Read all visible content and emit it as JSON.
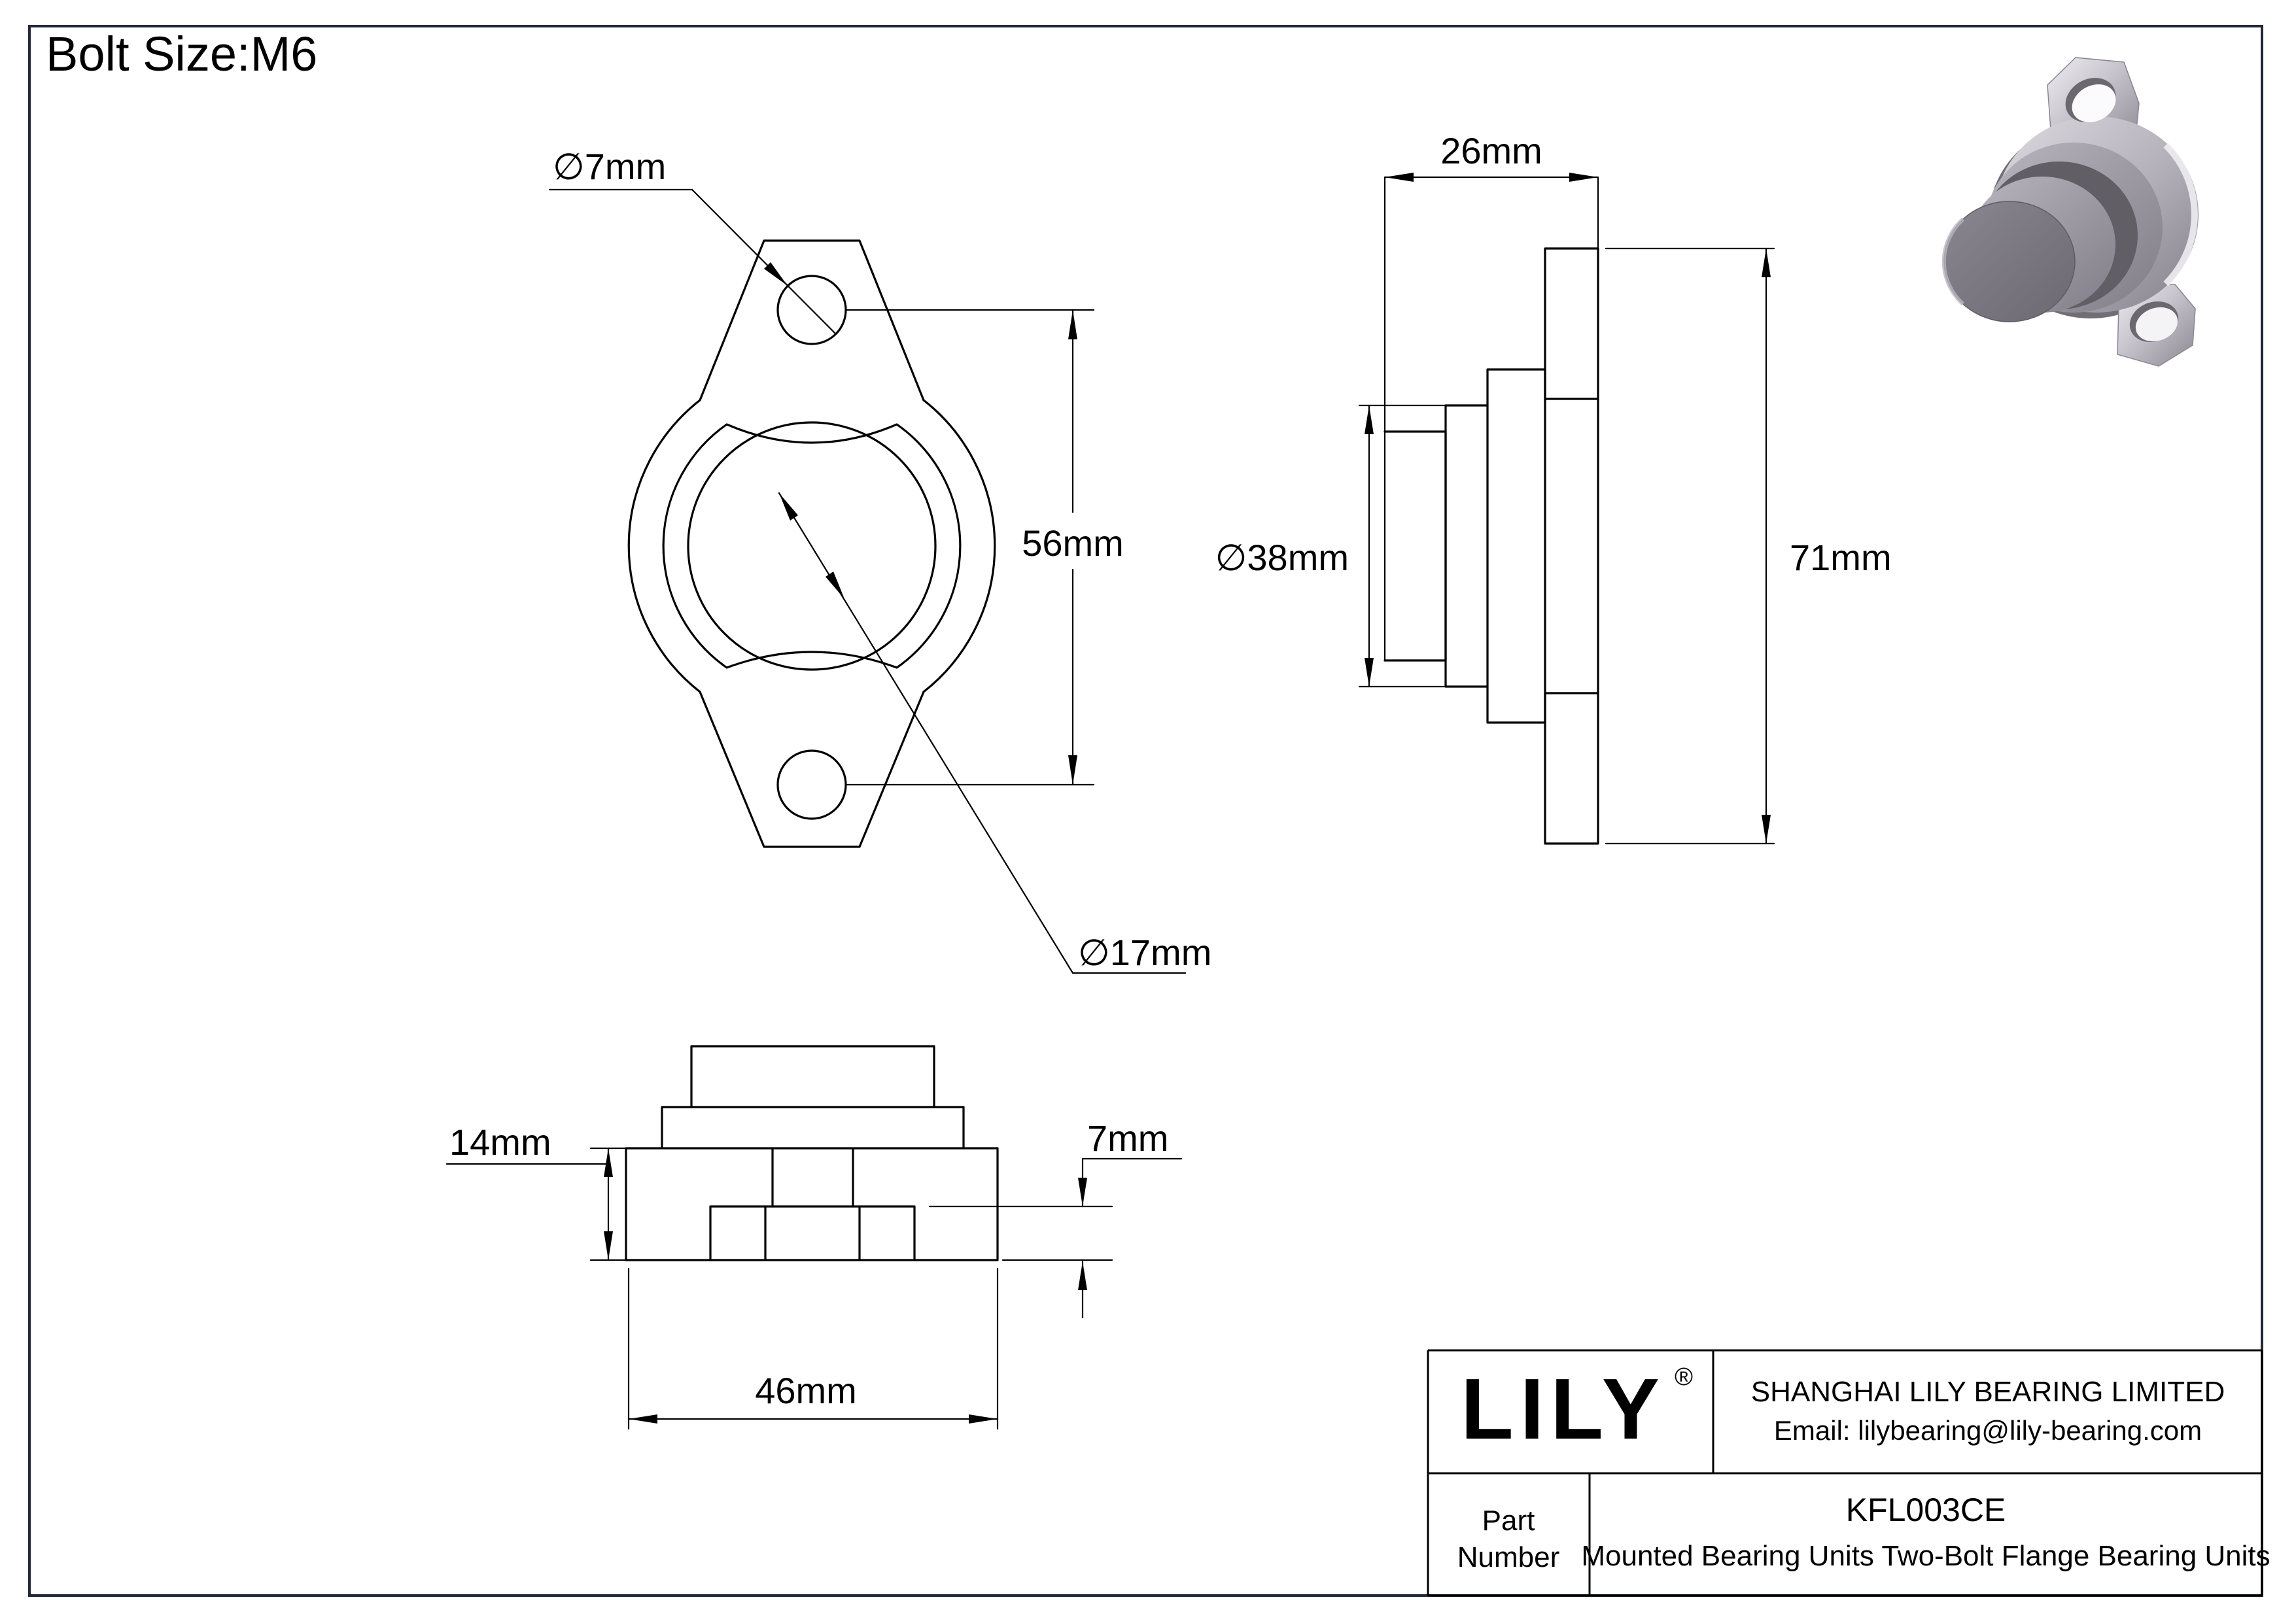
{
  "drawing": {
    "bolt_size": "Bolt Size:M6",
    "front_view": {
      "dia_bolt_hole": "∅7mm",
      "hole_spacing": "56mm",
      "dia_bore": "∅17mm"
    },
    "side_view": {
      "width": "26mm",
      "dia_insert": "∅38mm",
      "height": "71mm"
    },
    "bottom_view": {
      "thickness": "14mm",
      "slot_depth": "7mm",
      "width": "46mm"
    },
    "title_block": {
      "logo": "LILY",
      "registered": "®",
      "company": "SHANGHAI LILY BEARING LIMITED",
      "email": "Email: lilybearing@lily-bearing.com",
      "part_label_1": "Part",
      "part_label_2": "Number",
      "part_number": "KFL003CE",
      "description": "Mounted Bearing Units Two-Bolt Flange Bearing Units"
    },
    "colors": {
      "line": "#000000",
      "frame": "#232838",
      "metal_light": "#e9e7ec",
      "metal_mid": "#a5a2ab",
      "metal_dark": "#6d6a72"
    }
  }
}
